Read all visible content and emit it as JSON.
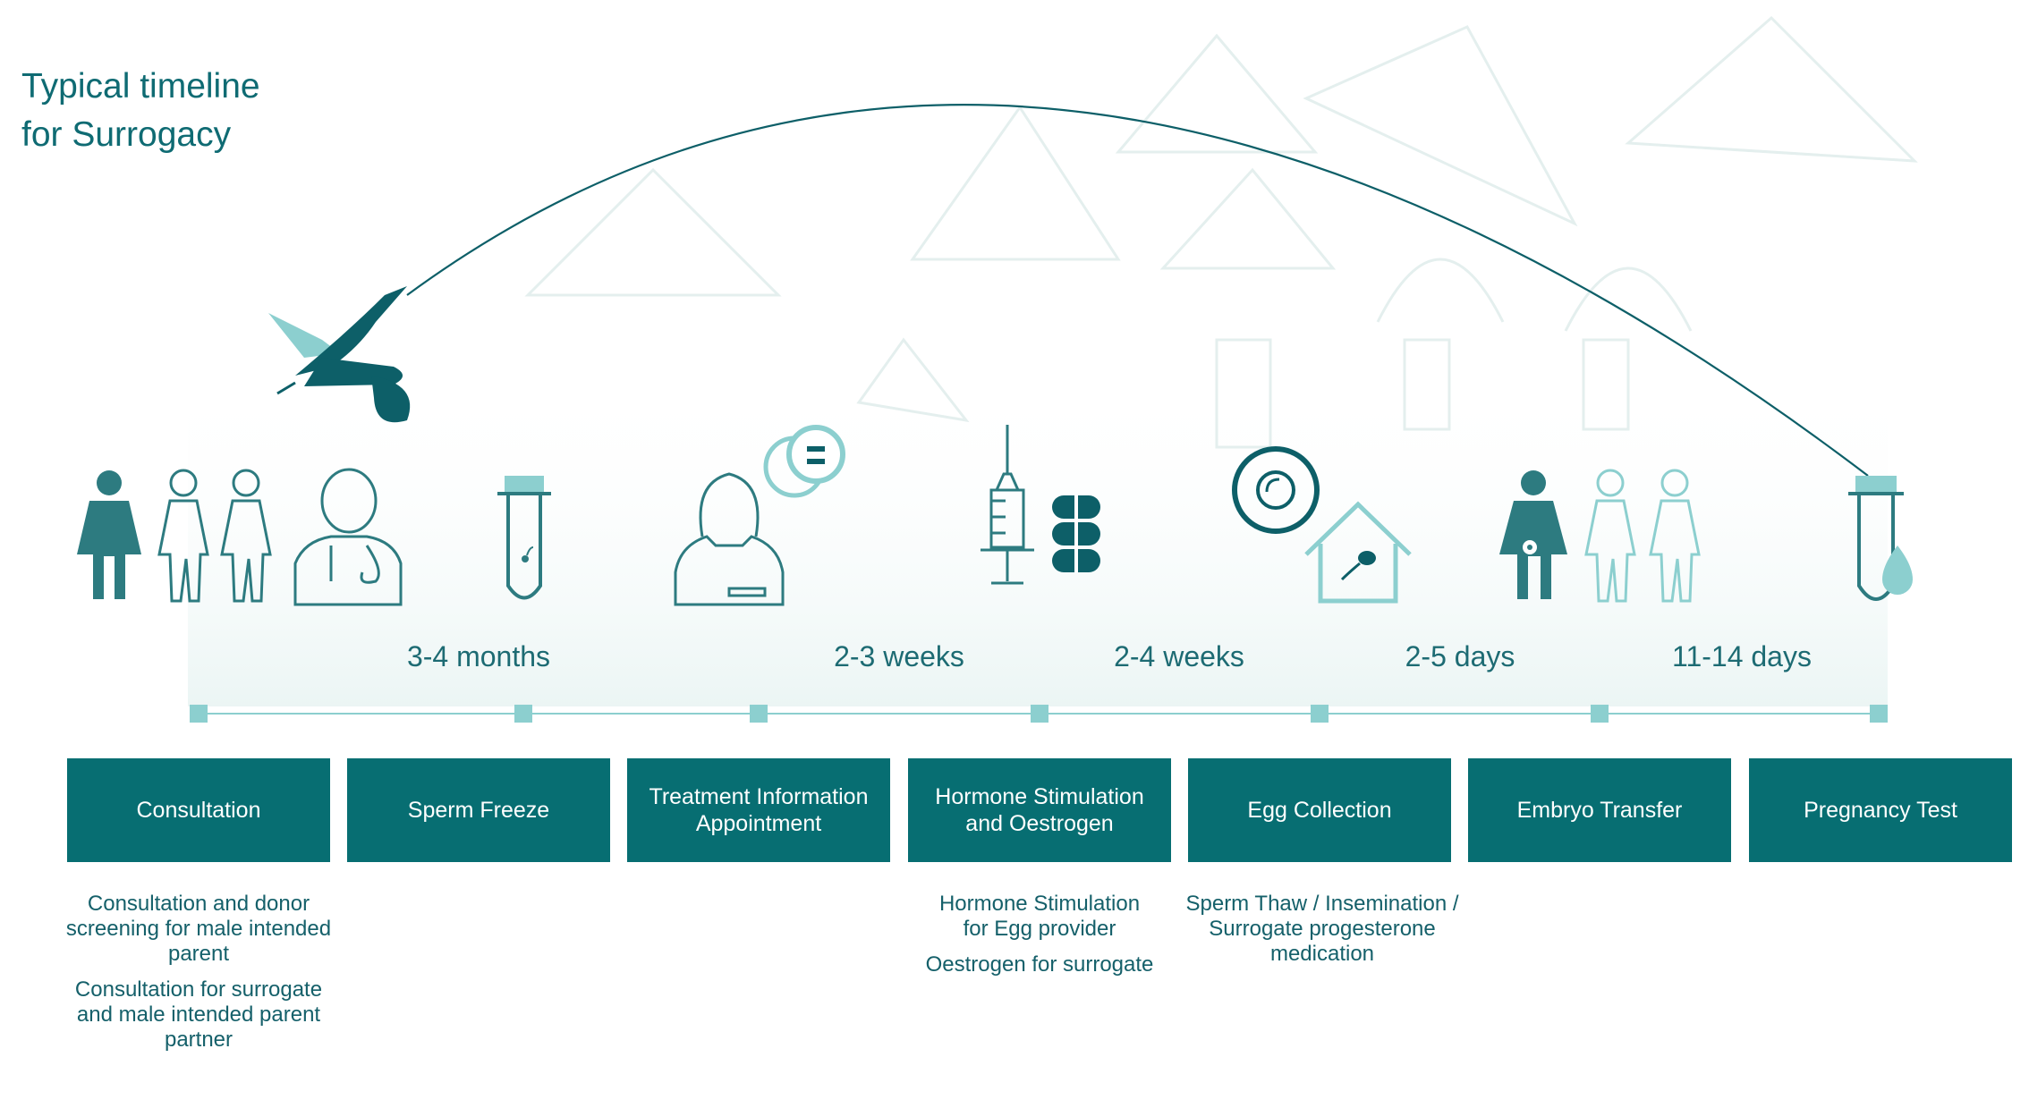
{
  "title": {
    "line1": "Typical timeline",
    "line2": "for Surrogacy"
  },
  "durations": [
    "3-4 months",
    "2-3 weeks",
    "2-4 weeks",
    "2-5 days",
    "11-14 days"
  ],
  "steps": [
    {
      "label": "Consultation",
      "notes": [
        "Consultation and donor screening for male intended parent",
        "Consultation for surrogate and male intended parent partner"
      ]
    },
    {
      "label": "Sperm Freeze",
      "notes": []
    },
    {
      "label": "Treatment Information Appointment",
      "notes": []
    },
    {
      "label": "Hormone Stimulation and Oestrogen",
      "notes": [
        "Hormone Stimulation for Egg provider",
        "Oestrogen for surrogate"
      ]
    },
    {
      "label": "Egg Collection",
      "notes": [
        "Sperm Thaw / Insemination / Surrogate progesterone medication"
      ]
    },
    {
      "label": "Embryo Transfer",
      "notes": []
    },
    {
      "label": "Pregnancy Test",
      "notes": []
    }
  ],
  "colors": {
    "primary": "#076e72",
    "accent": "#8ccfcf",
    "text": "#0f6b73"
  },
  "icons": [
    "family-group-icon",
    "doctor-icon",
    "test-tube-sperm-icon",
    "consultant-chat-icon",
    "syringe-icon",
    "pills-icon",
    "egg-cell-icon",
    "house-sperm-icon",
    "pregnant-surrogate-icon",
    "couple-icon",
    "test-tube-drop-icon",
    "stork-icon"
  ]
}
